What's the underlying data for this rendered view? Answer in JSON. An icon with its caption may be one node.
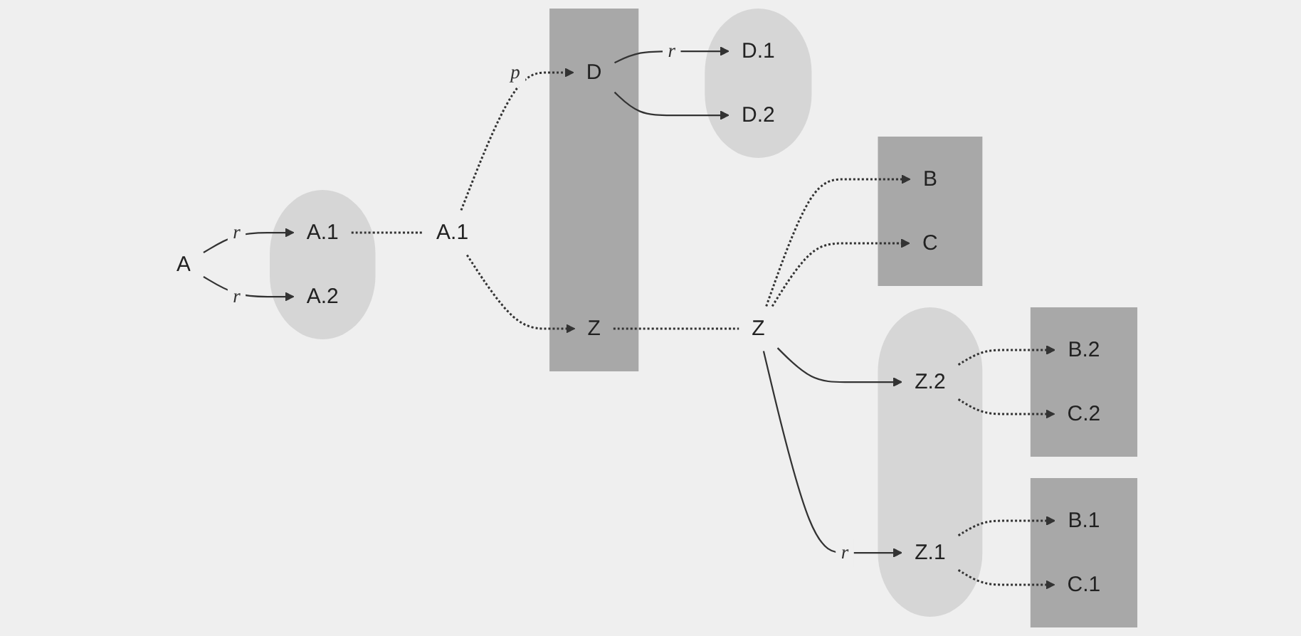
{
  "diagram": {
    "nodes": [
      {
        "text": [
          "A"
        ]
      },
      {
        "text": [],
        "shape": "ellipse"
      },
      {
        "text": [
          "A.1"
        ],
        "in": 1
      },
      {
        "text": [
          "A.2"
        ],
        "in": 1
      },
      {
        "text": [
          "A.1"
        ]
      },
      {
        "text": [],
        "shape": "box"
      },
      {
        "text": [
          "D"
        ],
        "in": 5
      },
      {
        "text": [
          "Z"
        ],
        "in": 5
      },
      {
        "text": [],
        "shape": "ellipse"
      },
      {
        "text": [
          "D.1"
        ],
        "in": 8
      },
      {
        "text": [
          "D.2"
        ],
        "in": 8
      },
      {
        "text": [
          "Z"
        ]
      },
      {
        "text": [],
        "shape": "ellipse"
      },
      {
        "text": [
          "Z.1"
        ],
        "in": 12
      },
      {
        "text": [
          "Z.2"
        ],
        "in": 12
      },
      {
        "text": [],
        "shape": "box"
      },
      {
        "text": [
          "B.1"
        ],
        "in": 15
      },
      {
        "text": [
          "C.1"
        ],
        "in": 15
      },
      {
        "text": [],
        "shape": "box"
      },
      {
        "text": [
          "B.2"
        ],
        "in": 18
      },
      {
        "text": [
          "C.2"
        ],
        "in": 18
      },
      {
        "text": [],
        "shape": "box"
      },
      {
        "text": [
          "B"
        ],
        "in": 21
      },
      {
        "text": [
          "C"
        ],
        "in": 21
      }
    ],
    "edges": [
      {
        "from": 0,
        "to": 2,
        "arrow": "to",
        "label": "r"
      },
      {
        "from": 0,
        "to": 3,
        "arrow": "to",
        "label": "r"
      },
      {
        "from": 2,
        "to": 4,
        "arrow": "none",
        "style": "dashed"
      },
      {
        "from": 4,
        "to": 6,
        "arrow": "to",
        "style": "dashed",
        "label": "p"
      },
      {
        "from": 4,
        "to": 7,
        "arrow": "to",
        "style": "dashed"
      },
      {
        "from": 6,
        "to": 9,
        "arrow": "to",
        "label": "r"
      },
      {
        "from": 6,
        "to": 10,
        "arrow": "to"
      },
      {
        "from": 7,
        "to": 11,
        "arrow": "none",
        "style": "dashed"
      },
      {
        "from": 11,
        "to": 22,
        "arrow": "to",
        "style": "dashed"
      },
      {
        "from": 11,
        "to": 23,
        "arrow": "to",
        "style": "dashed"
      },
      {
        "from": 11,
        "to": 13,
        "arrow": "to",
        "label": "r"
      },
      {
        "from": 11,
        "to": 14,
        "arrow": "to"
      },
      {
        "from": 13,
        "to": 16,
        "arrow": "to",
        "style": "dashed"
      },
      {
        "from": 13,
        "to": 17,
        "arrow": "to",
        "style": "dashed"
      },
      {
        "from": 14,
        "to": 19,
        "arrow": "to",
        "style": "dashed"
      },
      {
        "from": 14,
        "to": 20,
        "arrow": "to",
        "style": "dashed"
      }
    ]
  }
}
